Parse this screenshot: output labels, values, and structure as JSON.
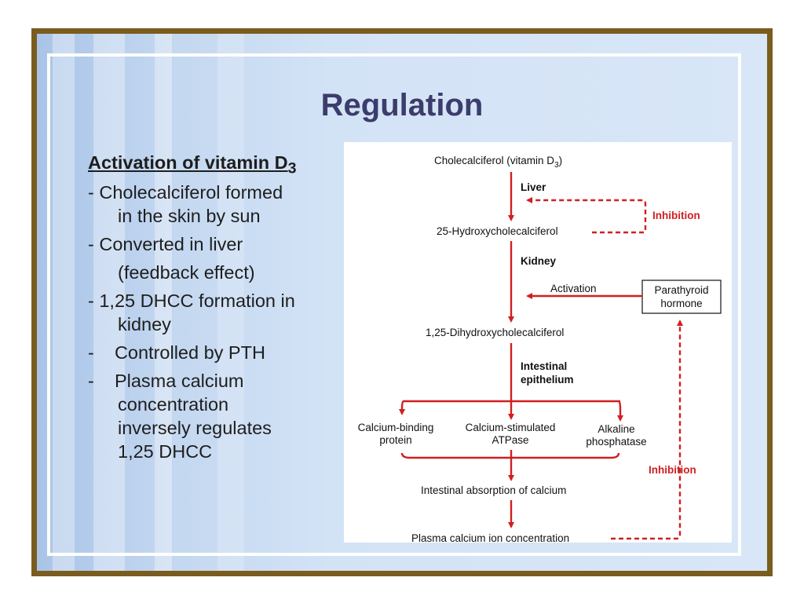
{
  "slide": {
    "title": "Regulation",
    "bullets": {
      "heading": "Activation of vitamin D",
      "heading_sub": "3",
      "lines": [
        "- Cholecalciferol formed",
        "   in the skin by sun",
        "- Converted in liver",
        "   (feedback effect)",
        "- 1,25 DHCC formation in",
        "   kidney",
        "-    Controlled by PTH",
        "-    Plasma calcium",
        "   concentration",
        "   inversely regulates",
        "   1,25 DHCC"
      ]
    }
  },
  "diagram": {
    "nodes": {
      "cholecalciferol": "Cholecalciferol (vitamin D",
      "cholecalciferol_sub": "3",
      "cholecalciferol_end": ")",
      "hydroxy": "25-Hydroxycholecalciferol",
      "dihydroxy": "1,25-Dihydroxycholecalciferol",
      "calcium_binding_1": "Calcium-binding",
      "calcium_binding_2": "protein",
      "atpase_1": "Calcium-stimulated",
      "atpase_2": "ATPase",
      "alkaline_1": "Alkaline",
      "alkaline_2": "phosphatase",
      "absorption": "Intestinal absorption of calcium",
      "plasma": "Plasma calcium ion concentration",
      "pth_1": "Parathyroid",
      "pth_2": "hormone"
    },
    "edge_labels": {
      "liver": "Liver",
      "kidney": "Kidney",
      "intestinal_1": "Intestinal",
      "intestinal_2": "epithelium",
      "activation": "Activation",
      "inhibition_top": "Inhibition",
      "inhibition_right": "Inhibition"
    },
    "colors": {
      "arrow": "#d11f1f",
      "text": "#111111"
    }
  }
}
